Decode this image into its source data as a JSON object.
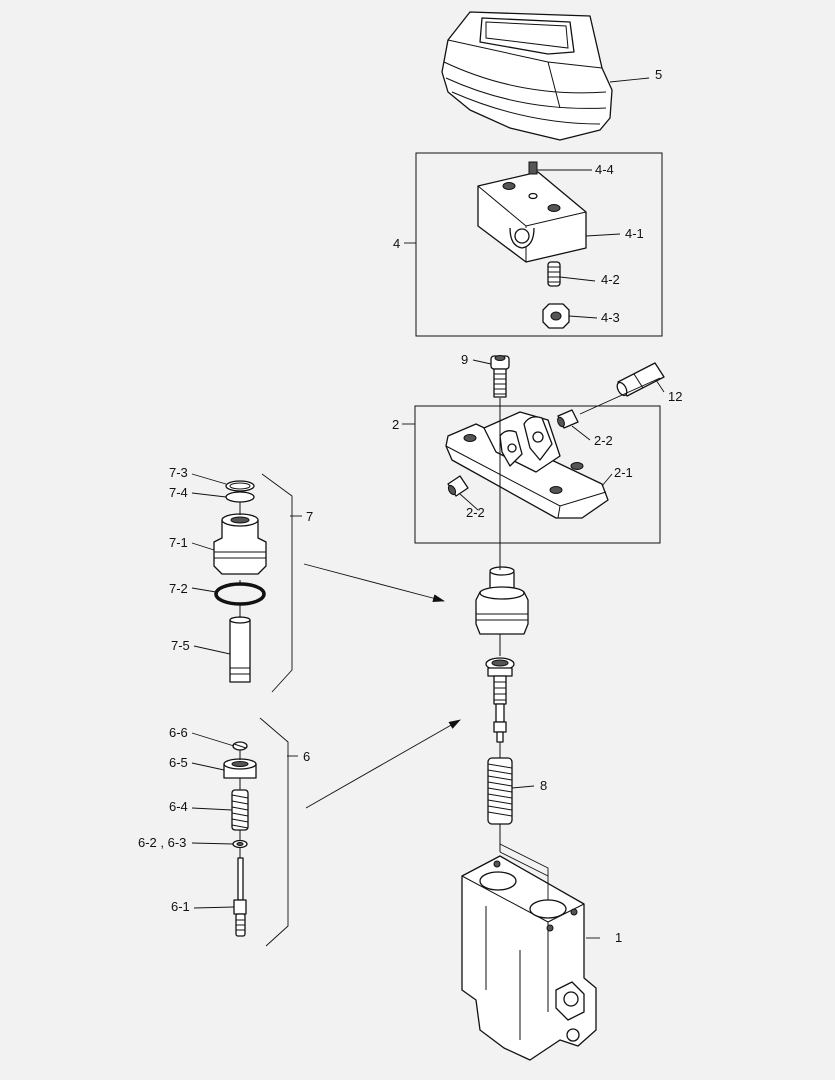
{
  "labels": {
    "p5": "5",
    "p4": "4",
    "p4_1": "4-1",
    "p4_2": "4-2",
    "p4_3": "4-3",
    "p4_4": "4-4",
    "p9": "9",
    "p12": "12",
    "p2": "2",
    "p2_1": "2-1",
    "p2_2a": "2-2",
    "p2_2b": "2-2",
    "p7": "7",
    "p7_1": "7-1",
    "p7_2": "7-2",
    "p7_3": "7-3",
    "p7_4": "7-4",
    "p7_5": "7-5",
    "p6": "6",
    "p6_1": "6-1",
    "p6_23": "6-2 , 6-3",
    "p6_4": "6-4",
    "p6_5": "6-5",
    "p6_6": "6-6",
    "p8": "8",
    "p1": "1"
  }
}
